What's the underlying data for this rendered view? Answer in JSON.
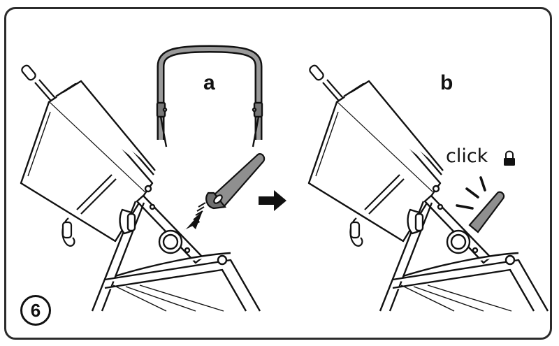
{
  "panels": {
    "left": {
      "label": "a"
    },
    "right": {
      "label": "b"
    }
  },
  "click_text": "click",
  "step_number": "6",
  "icons": [
    "bumper-bar-icon",
    "connector-icon",
    "insert-arrow-icon",
    "next-step-arrow-icon",
    "lock-icon",
    "click-burst-icon"
  ]
}
